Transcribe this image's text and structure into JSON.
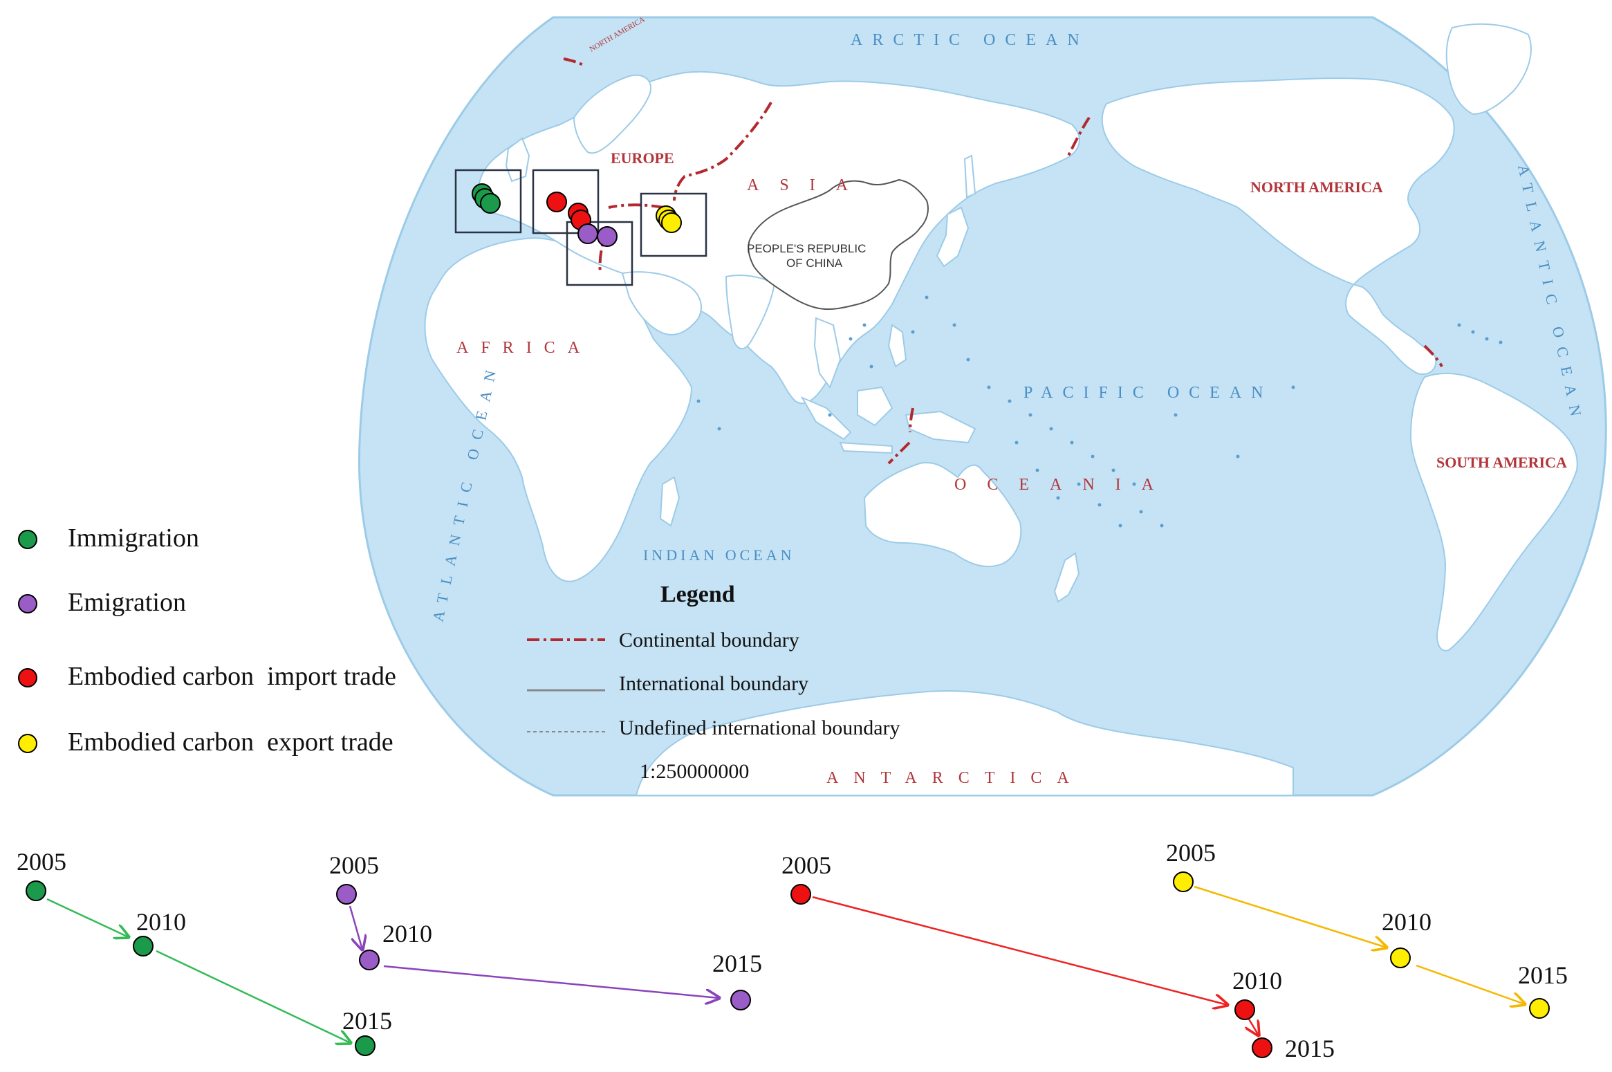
{
  "map": {
    "oceans": {
      "arctic": "ARCTIC OCEAN",
      "pacific": "PACIFIC OCEAN",
      "indian": "INDIAN OCEAN",
      "atlantic_left": "ATLANTIC OCEAN",
      "atlantic_right": "ATLANTIC OCEAN"
    },
    "continents": {
      "europe": "EUROPE",
      "asia": "ASIA",
      "africa": "AFRICA",
      "north_america": "NORTH AMERICA",
      "north_america_small": "NORTH AMERICA",
      "south_america": "SOUTH AMERICA",
      "oceania": "OCEANIA",
      "antarctica": "ANTARCTICA"
    },
    "china_label_line1": "PEOPLE'S REPUBLIC",
    "china_label_line2": "OF CHINA",
    "legend": {
      "title": "Legend",
      "continental": "Continental boundary",
      "international": "International boundary",
      "undefined": "Undefined international boundary",
      "scale": "1:250000000"
    }
  },
  "series_legend": [
    {
      "label": "Immigration",
      "color": "#1a9a4a"
    },
    {
      "label": "Emigration",
      "color": "#9a5cc6"
    },
    {
      "label": "Embodied carbon  import trade",
      "color": "#ee1111"
    },
    {
      "label": "Embodied carbon  export trade",
      "color": "#ffee00"
    }
  ],
  "trajectories": {
    "immigration": {
      "color": "#1a9a4a",
      "arrow_color": "#33bb55",
      "years": [
        "2005",
        "2010",
        "2015"
      ]
    },
    "emigration": {
      "color": "#9a5cc6",
      "arrow_color": "#8a44bb",
      "years": [
        "2005",
        "2010",
        "2015"
      ]
    },
    "import": {
      "color": "#ee1111",
      "arrow_color": "#ee2222",
      "years": [
        "2005",
        "2010",
        "2015"
      ]
    },
    "export": {
      "color": "#ffee00",
      "arrow_color": "#f5b800",
      "years": [
        "2005",
        "2010",
        "2015"
      ]
    }
  }
}
